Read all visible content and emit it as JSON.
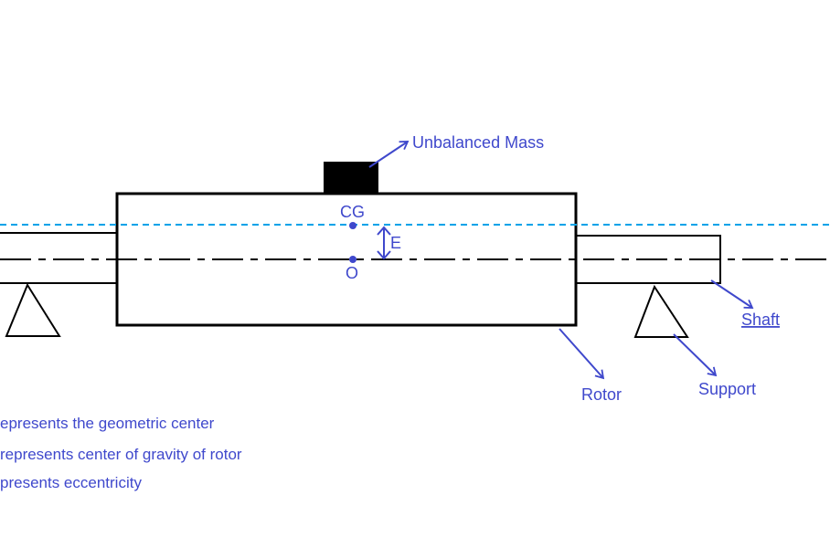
{
  "colors": {
    "label": "#3f48cc",
    "cg_line": "#00a2e8",
    "outline": "#000000",
    "mass_fill": "#000000"
  },
  "labels": {
    "unbalanced_mass": "Unbalanced Mass",
    "cg": "CG",
    "o": "O",
    "e": "E",
    "shaft": "Shaft",
    "rotor": "Rotor",
    "support": "Support"
  },
  "legend": [
    "epresents the geometric center",
    "represents center of gravity of rotor",
    "presents eccentricity"
  ]
}
